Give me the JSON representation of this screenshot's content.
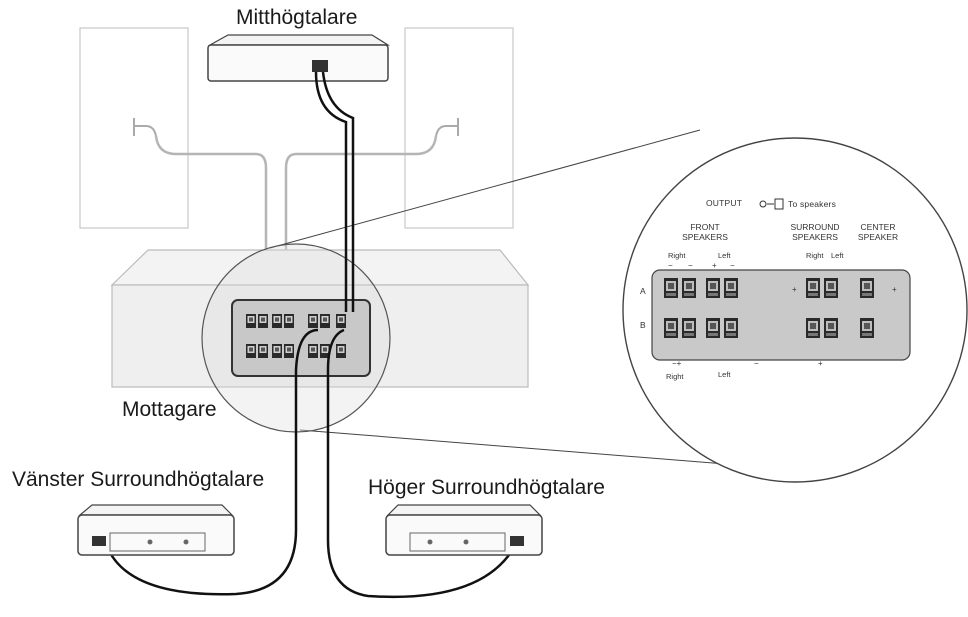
{
  "labels": {
    "center_speaker": "Mitthögtalare",
    "receiver": "Mottagare",
    "left_surround": "Vänster Surroundhögtalare",
    "right_surround": "Höger Surroundhögtalare"
  },
  "panel": {
    "output": "OUTPUT",
    "to_speakers": "To speakers",
    "front_line1": "FRONT",
    "front_line2": "SPEAKERS",
    "surround_line1": "SURROUND",
    "surround_line2": "SPEAKERS",
    "center_line1": "CENTER",
    "center_line2": "SPEAKER",
    "right_top": "Right",
    "left_top": "Left",
    "surround_right": "Right",
    "surround_left": "Left",
    "row_a": "A",
    "row_b": "B",
    "right_bottom": "Right",
    "left_bottom": "Left"
  }
}
